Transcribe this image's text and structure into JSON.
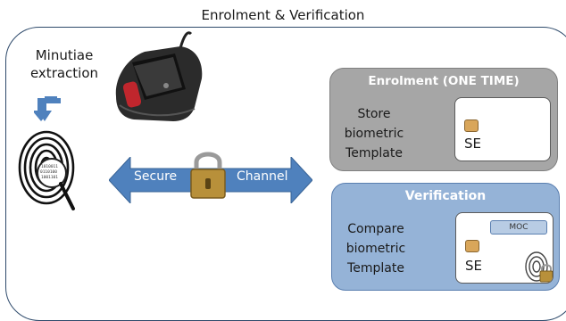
{
  "title": "Enrolment & Verification",
  "minutiae_label": [
    "Minutiae",
    "extraction"
  ],
  "channel": {
    "left_label": "Secure",
    "right_label": "Channel",
    "arrow_color": "#4f81bd"
  },
  "enrolment": {
    "heading": "Enrolment (ONE TIME)",
    "text_lines": [
      "Store",
      "biometric",
      "Template"
    ],
    "card_label": "SE",
    "box_color": "#a6a6a6"
  },
  "verification": {
    "heading": "Verification",
    "text_lines": [
      "Compare",
      "biometric",
      "Template"
    ],
    "card_label": "SE",
    "card_badge": "MOC",
    "box_color": "#95b3d7"
  },
  "icons": {
    "reader": "fingerprint-reader-icon",
    "fingerprint": "fingerprint-magnifier-icon",
    "padlock": "padlock-icon",
    "down_arrow": "down-left-arrow-icon",
    "chip": "smartcard-chip-icon"
  }
}
